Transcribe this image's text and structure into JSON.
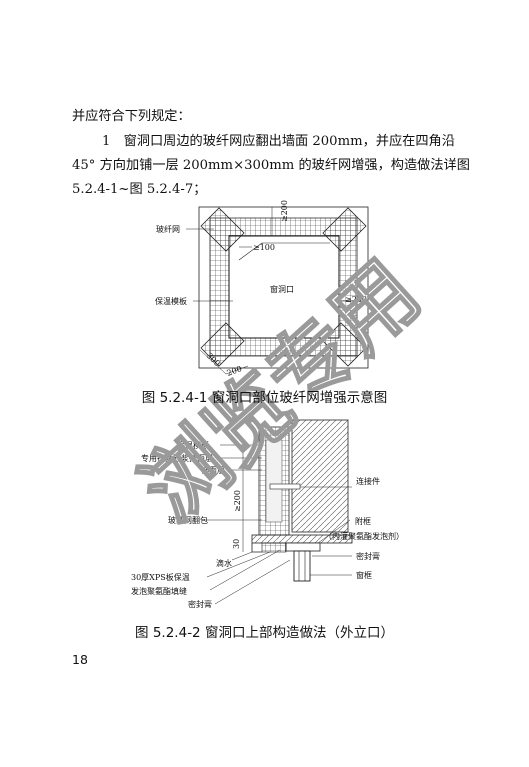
{
  "text": {
    "lead": "并应符合下列规定：",
    "item_line1": "1　窗洞口周边的玻纤网应翻出墙面 200mm，并应在四角沿",
    "item_line2": "45° 方向加铺一层 200mm×300mm 的玻纤网增强，构造做法详图",
    "item_line3": "5.2.4-1~图 5.2.4-7；"
  },
  "figure1": {
    "caption": "图 5.2.4-1 窗洞口部位玻纤网增强示意图",
    "labels": {
      "mesh": "玻纤网",
      "board": "保温模板",
      "opening": "窗洞口",
      "dim_top": "≥200",
      "dim_inner": "≥100",
      "dim_right": "≥200",
      "dim_300": "300",
      "dim_200": "200"
    }
  },
  "figure2": {
    "caption": "图 5.2.4-2 窗洞口上部构造做法（外立口）",
    "labels": {
      "board": "保温模板",
      "mortar": "专用抹面砂浆抹面层",
      "finish": "饰面层",
      "dim_200": "≥200",
      "mesh_wrap": "玻纤网翻包",
      "dim_30": "30",
      "drip": "滴水",
      "xps": "30厚XPS板保温",
      "pu_seam": "发泡聚氨酯填缝",
      "sealant_bottom": "密封膏",
      "connector": "连接件",
      "subframe": "附框",
      "subframe_note": "（内灌聚氨酯发泡剂）",
      "sealant_right": "密封膏",
      "window_frame": "窗框"
    }
  },
  "watermark": "浏览专用",
  "page_number": "18"
}
